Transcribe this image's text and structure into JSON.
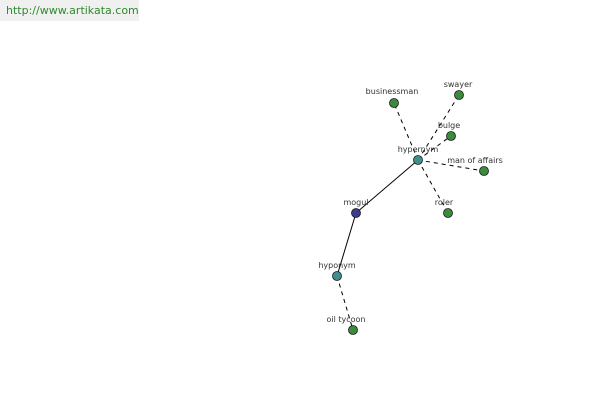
{
  "banner": {
    "url_text": "http://www.artikata.com"
  },
  "colors": {
    "center_node": "#3d3d8f",
    "relation_node": "#3f8f8f",
    "word_node": "#3c8a3c",
    "node_stroke": "#1a1a1a",
    "edge": "#000000"
  },
  "graph": {
    "nodes": [
      {
        "id": "mogul",
        "label": "mogul",
        "kind": "center"
      },
      {
        "id": "hypernym",
        "label": "hypernym",
        "kind": "relation"
      },
      {
        "id": "hyponym",
        "label": "hyponym",
        "kind": "relation"
      },
      {
        "id": "businessman",
        "label": "businessman",
        "kind": "word"
      },
      {
        "id": "swayer",
        "label": "swayer",
        "kind": "word"
      },
      {
        "id": "bulge",
        "label": "bulge",
        "kind": "word"
      },
      {
        "id": "man_of_affairs",
        "label": "man of affairs",
        "kind": "word"
      },
      {
        "id": "roler",
        "label": "roler",
        "kind": "word"
      },
      {
        "id": "oil_tycoon",
        "label": "oil tycoon",
        "kind": "word"
      }
    ],
    "edges": [
      {
        "from": "mogul",
        "to": "hypernym",
        "style": "solid"
      },
      {
        "from": "mogul",
        "to": "hyponym",
        "style": "solid"
      },
      {
        "from": "hypernym",
        "to": "businessman",
        "style": "dashed"
      },
      {
        "from": "hypernym",
        "to": "swayer",
        "style": "dashed"
      },
      {
        "from": "hypernym",
        "to": "bulge",
        "style": "dashed"
      },
      {
        "from": "hypernym",
        "to": "man_of_affairs",
        "style": "dashed"
      },
      {
        "from": "hypernym",
        "to": "roler",
        "style": "dashed"
      },
      {
        "from": "hyponym",
        "to": "oil_tycoon",
        "style": "dashed"
      }
    ]
  }
}
